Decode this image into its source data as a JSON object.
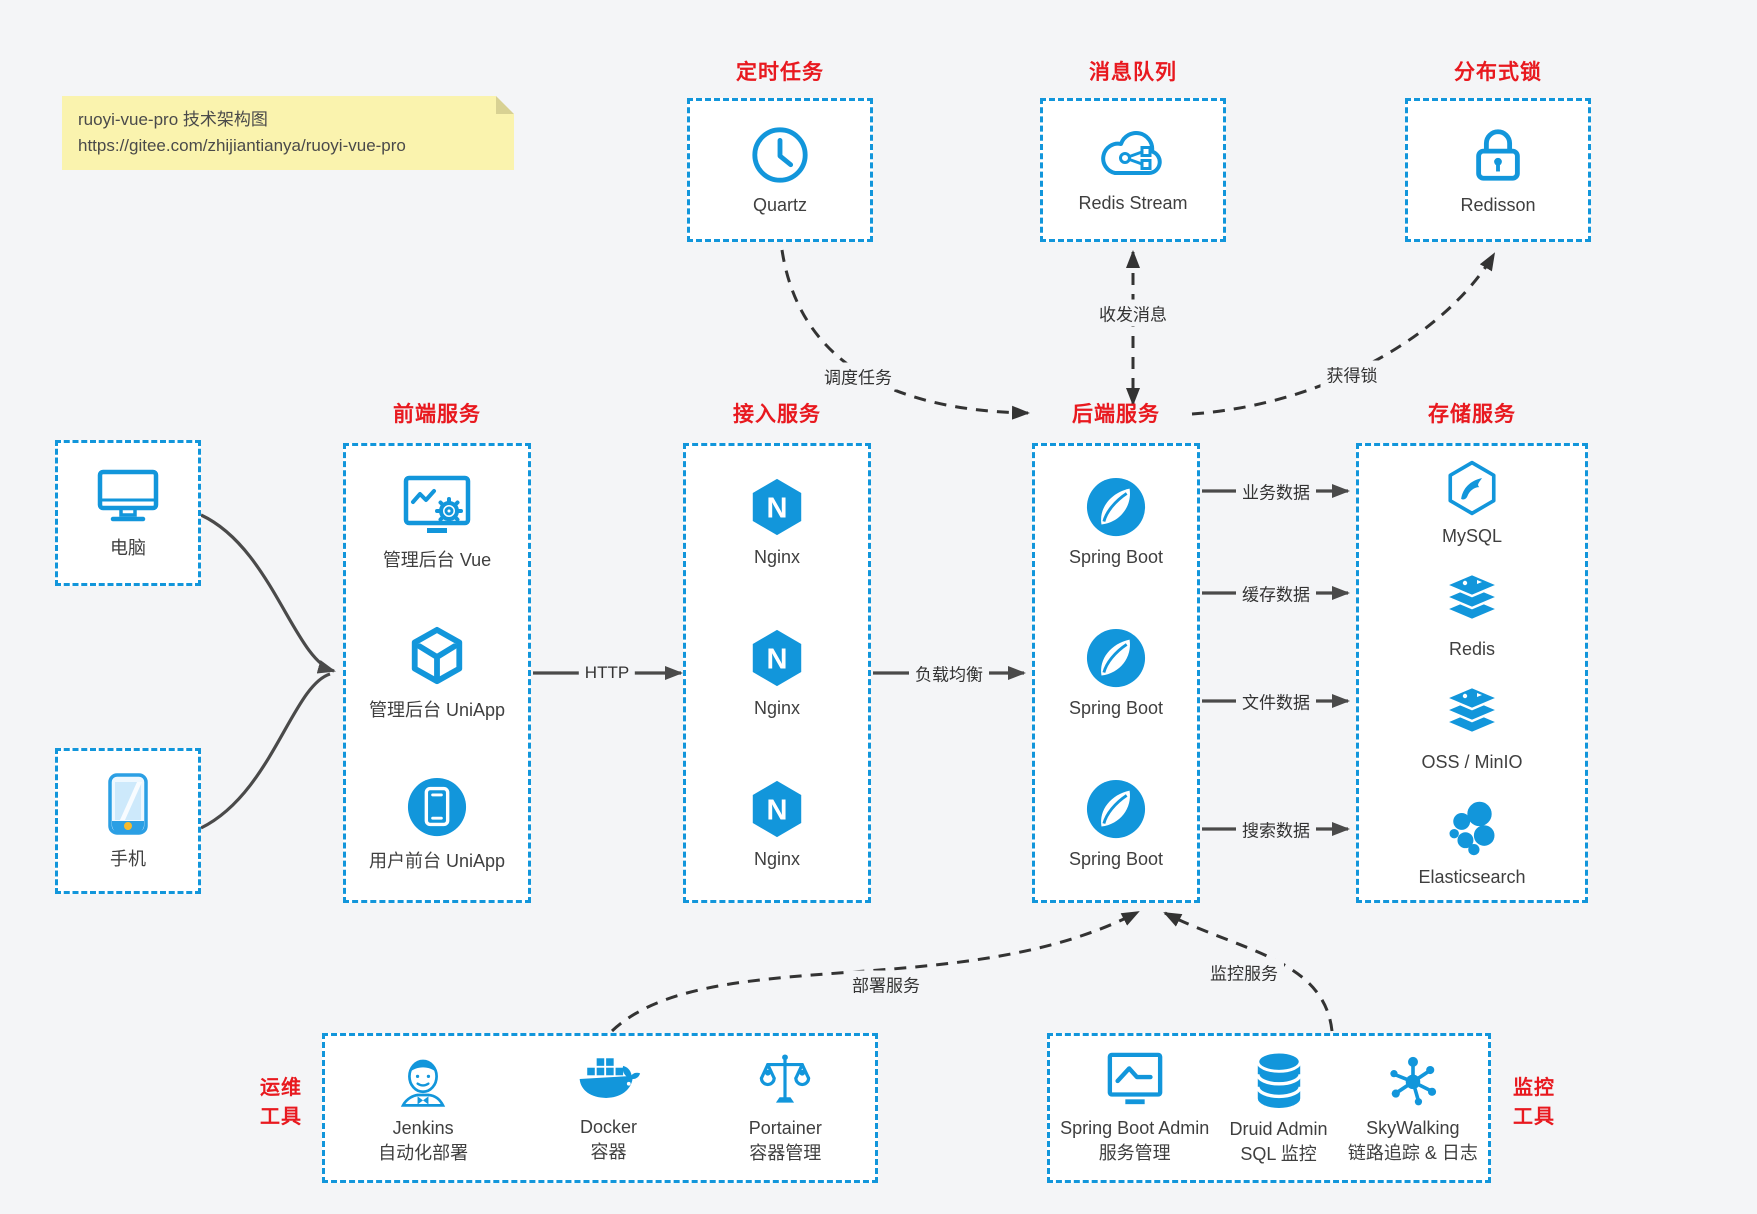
{
  "note": {
    "line1": "ruoyi-vue-pro 技术架构图",
    "line2": "https://gitee.com/zhijiantianya/ruoyi-vue-pro"
  },
  "colors": {
    "accent": "#1296db",
    "title_red": "#e8191f",
    "arrow_solid": "#4a4a4a",
    "arrow_dashed": "#333333",
    "note_bg": "#faf3ae",
    "canvas_bg": "#f4f5f7"
  },
  "top_sections": [
    {
      "title": "定时任务",
      "icon": "clock-icon",
      "label": "Quartz"
    },
    {
      "title": "消息队列",
      "icon": "cloud-stream-icon",
      "label": "Redis Stream"
    },
    {
      "title": "分布式锁",
      "icon": "padlock-icon",
      "label": "Redisson"
    }
  ],
  "clients": [
    {
      "icon": "desktop-icon",
      "label": "电脑"
    },
    {
      "icon": "phone-icon",
      "label": "手机"
    }
  ],
  "columns": [
    {
      "title": "前端服务",
      "items": [
        {
          "icon": "admin-vue-icon",
          "label": "管理后台 Vue"
        },
        {
          "icon": "uniapp-cube-icon",
          "label": "管理后台 UniApp"
        },
        {
          "icon": "user-app-icon",
          "label": "用户前台 UniApp"
        }
      ]
    },
    {
      "title": "接入服务",
      "items": [
        {
          "icon": "nginx-icon",
          "label": "Nginx"
        },
        {
          "icon": "nginx-icon",
          "label": "Nginx"
        },
        {
          "icon": "nginx-icon",
          "label": "Nginx"
        }
      ]
    },
    {
      "title": "后端服务",
      "items": [
        {
          "icon": "spring-icon",
          "label": "Spring Boot"
        },
        {
          "icon": "spring-icon",
          "label": "Spring Boot"
        },
        {
          "icon": "spring-icon",
          "label": "Spring Boot"
        }
      ]
    },
    {
      "title": "存储服务",
      "items": [
        {
          "icon": "mysql-icon",
          "label": "MySQL"
        },
        {
          "icon": "redis-icon",
          "label": "Redis"
        },
        {
          "icon": "oss-icon",
          "label": "OSS / MinIO"
        },
        {
          "icon": "elasticsearch-icon",
          "label": "Elasticsearch"
        }
      ]
    }
  ],
  "edges": {
    "http": "HTTP",
    "load_balance": "负载均衡",
    "schedule": "调度任务",
    "messages": "收发消息",
    "acquire_lock": "获得锁",
    "deploy": "部署服务",
    "monitor": "监控服务",
    "data_flows": [
      "业务数据",
      "缓存数据",
      "文件数据",
      "搜索数据"
    ]
  },
  "bottom_sections": [
    {
      "title_lines": [
        "运维",
        "工具"
      ],
      "items": [
        {
          "icon": "jenkins-icon",
          "name": "Jenkins",
          "desc": "自动化部署"
        },
        {
          "icon": "docker-icon",
          "name": "Docker",
          "desc": "容器"
        },
        {
          "icon": "portainer-icon",
          "name": "Portainer",
          "desc": "容器管理"
        }
      ]
    },
    {
      "title_lines": [
        "监控",
        "工具"
      ],
      "items": [
        {
          "icon": "sba-icon",
          "name": "Spring Boot Admin",
          "desc": "服务管理"
        },
        {
          "icon": "druid-icon",
          "name": "Druid Admin",
          "desc": "SQL 监控"
        },
        {
          "icon": "skywalking-icon",
          "name": "SkyWalking",
          "desc": "链路追踪 & 日志"
        }
      ]
    }
  ]
}
